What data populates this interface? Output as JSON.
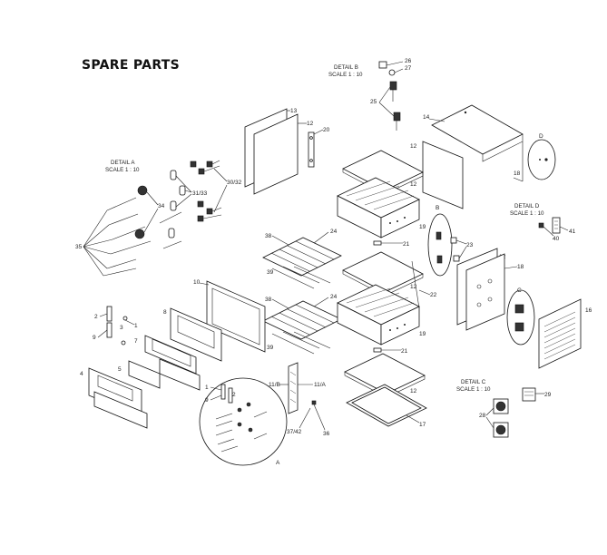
{
  "title": "SPARE PARTS",
  "details": {
    "a": {
      "title": "DETAIL A",
      "scale": "SCALE 1 : 10",
      "circle_label": "A"
    },
    "b": {
      "title": "DETAIL B",
      "scale": "SCALE 1 : 10",
      "circle_label": "B"
    },
    "c": {
      "title": "DETAIL C",
      "scale": "SCALE 1 : 10",
      "circle_label": "C"
    },
    "d": {
      "title": "DETAIL D",
      "scale": "SCALE 1 : 10",
      "circle_label": "D"
    }
  },
  "callouts": {
    "c1": "1",
    "c2": "2",
    "c3": "3",
    "c4": "4",
    "c5": "5",
    "c6": "6",
    "c7": "7",
    "c8": "8",
    "c9": "9",
    "c10": "10",
    "c11a": "11/A",
    "c11b": "11/B",
    "c12": "12",
    "c13": "13",
    "c14": "14",
    "c16": "16",
    "c17": "17",
    "c18": "18",
    "c19": "19",
    "c20": "20",
    "c21": "21",
    "c22": "22",
    "c23": "23",
    "c24": "24",
    "c25": "25",
    "c26": "26",
    "c27": "27",
    "c28": "28",
    "c29": "29",
    "c3032": "30/32",
    "c3133": "31/33",
    "c34": "34",
    "c35": "35",
    "c36": "36",
    "c3742": "37/42",
    "c38": "38",
    "c39": "39",
    "c40": "40",
    "c41": "41"
  }
}
